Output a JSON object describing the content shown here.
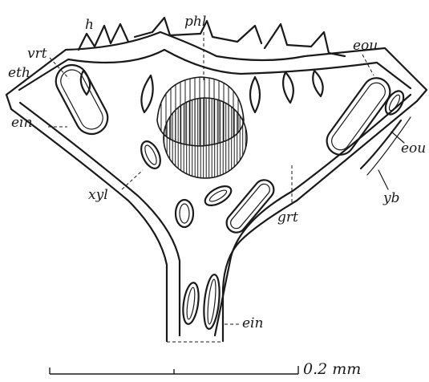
{
  "labels": {
    "h": "h",
    "phl": "phl",
    "vrt": "vrt",
    "eth": "eth",
    "ein_left": "ein",
    "eou_top": "eou",
    "eou_right": "eou",
    "yb": "yb",
    "xyl": "xyl",
    "grt": "grt",
    "ein_bottom": "ein"
  },
  "scale_bar": {
    "label": "0.2 mm"
  }
}
